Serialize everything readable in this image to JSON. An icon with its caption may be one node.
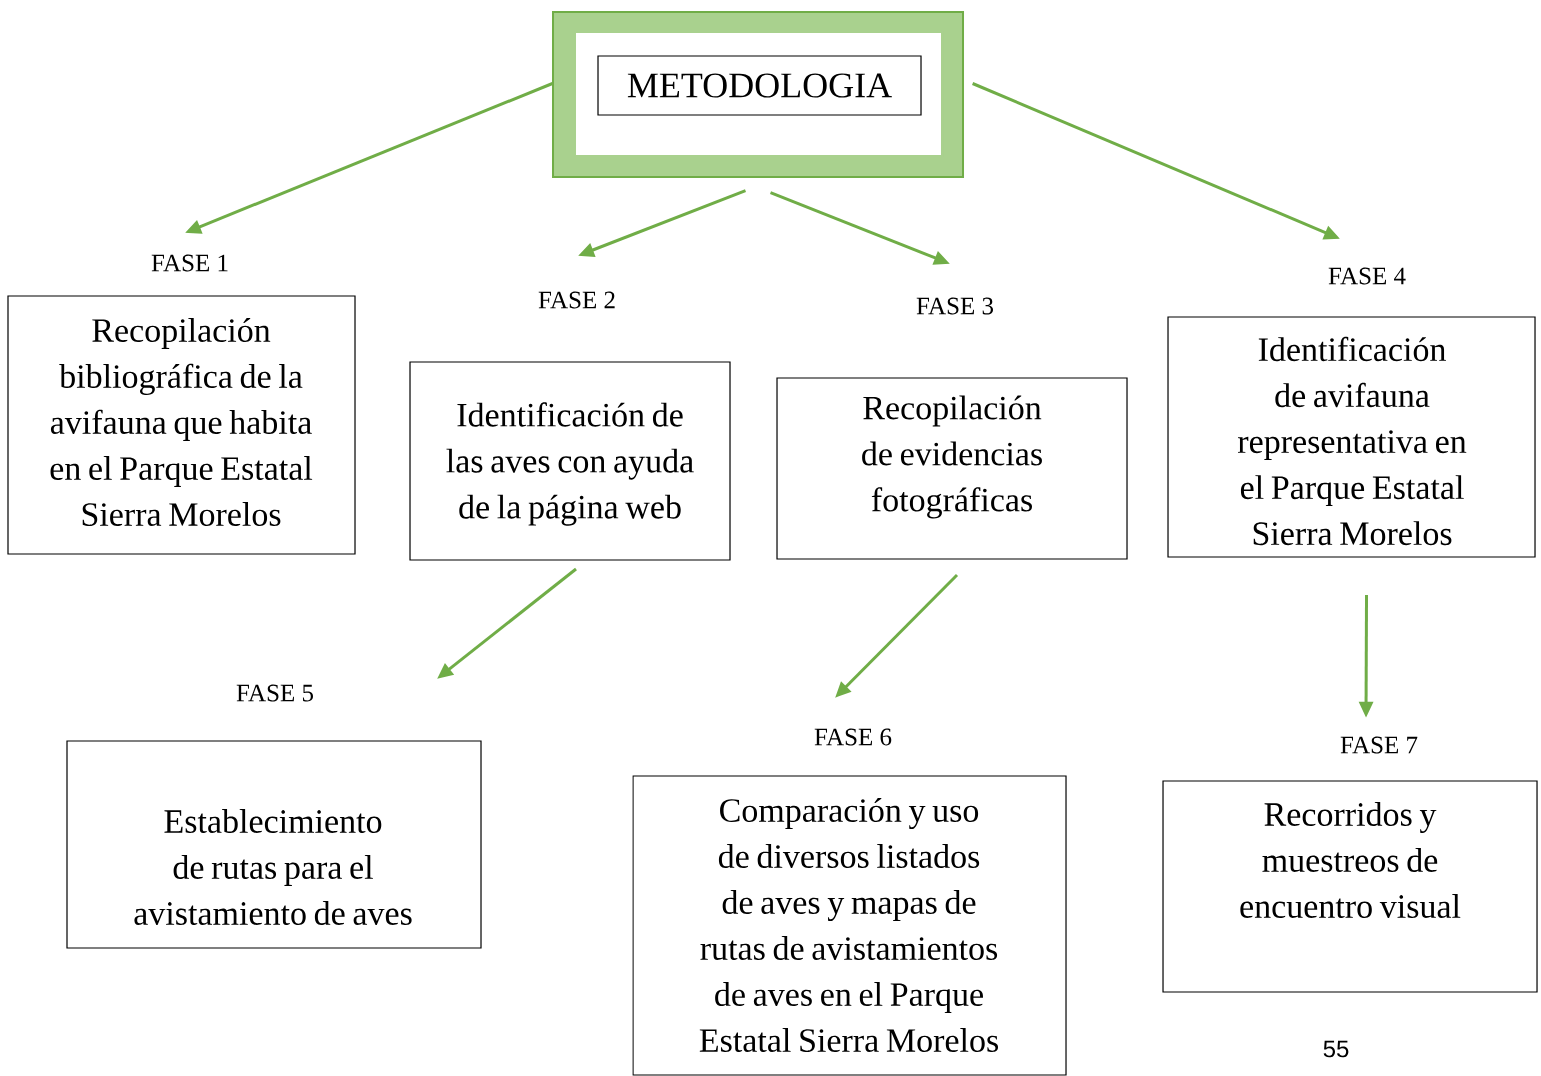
{
  "diagram": {
    "nodes": [
      {
        "text": [
          "METODOLOGIA"
        ]
      },
      {
        "text": [
          "FASE 1",
          "Recopilación bibliográfica de la avifauna que habita en el Parque Estatal Sierra Morelos"
        ]
      },
      {
        "text": [
          "FASE 2",
          "Identificación de las aves con ayuda de la página web"
        ]
      },
      {
        "text": [
          "FASE 3",
          "Recopilación de evidencias fotográficas"
        ]
      },
      {
        "text": [
          "FASE 4",
          "Identificación de avifauna representativa en el Parque Estatal Sierra Morelos"
        ]
      },
      {
        "text": [
          "FASE 5",
          "Establecimiento de rutas para el avistamiento de aves"
        ]
      },
      {
        "text": [
          "FASE 6",
          "Comparación y uso de diversos listados de aves y mapas de rutas de avistamientos de aves en el Parque Estatal Sierra Morelos"
        ]
      },
      {
        "text": [
          "FASE 7",
          "Recorridos y muestreos de encuentro visual"
        ]
      }
    ],
    "edges": [
      {
        "from": 0,
        "to": 1,
        "arrow": "to"
      },
      {
        "from": 0,
        "to": 2,
        "arrow": "to"
      },
      {
        "from": 0,
        "to": 3,
        "arrow": "to"
      },
      {
        "from": 0,
        "to": 4,
        "arrow": "to"
      },
      {
        "from": 2,
        "to": 5,
        "arrow": "to"
      },
      {
        "from": 3,
        "to": 6,
        "arrow": "to"
      },
      {
        "from": 4,
        "to": 7,
        "arrow": "to"
      }
    ],
    "labels": [
      "55"
    ]
  }
}
